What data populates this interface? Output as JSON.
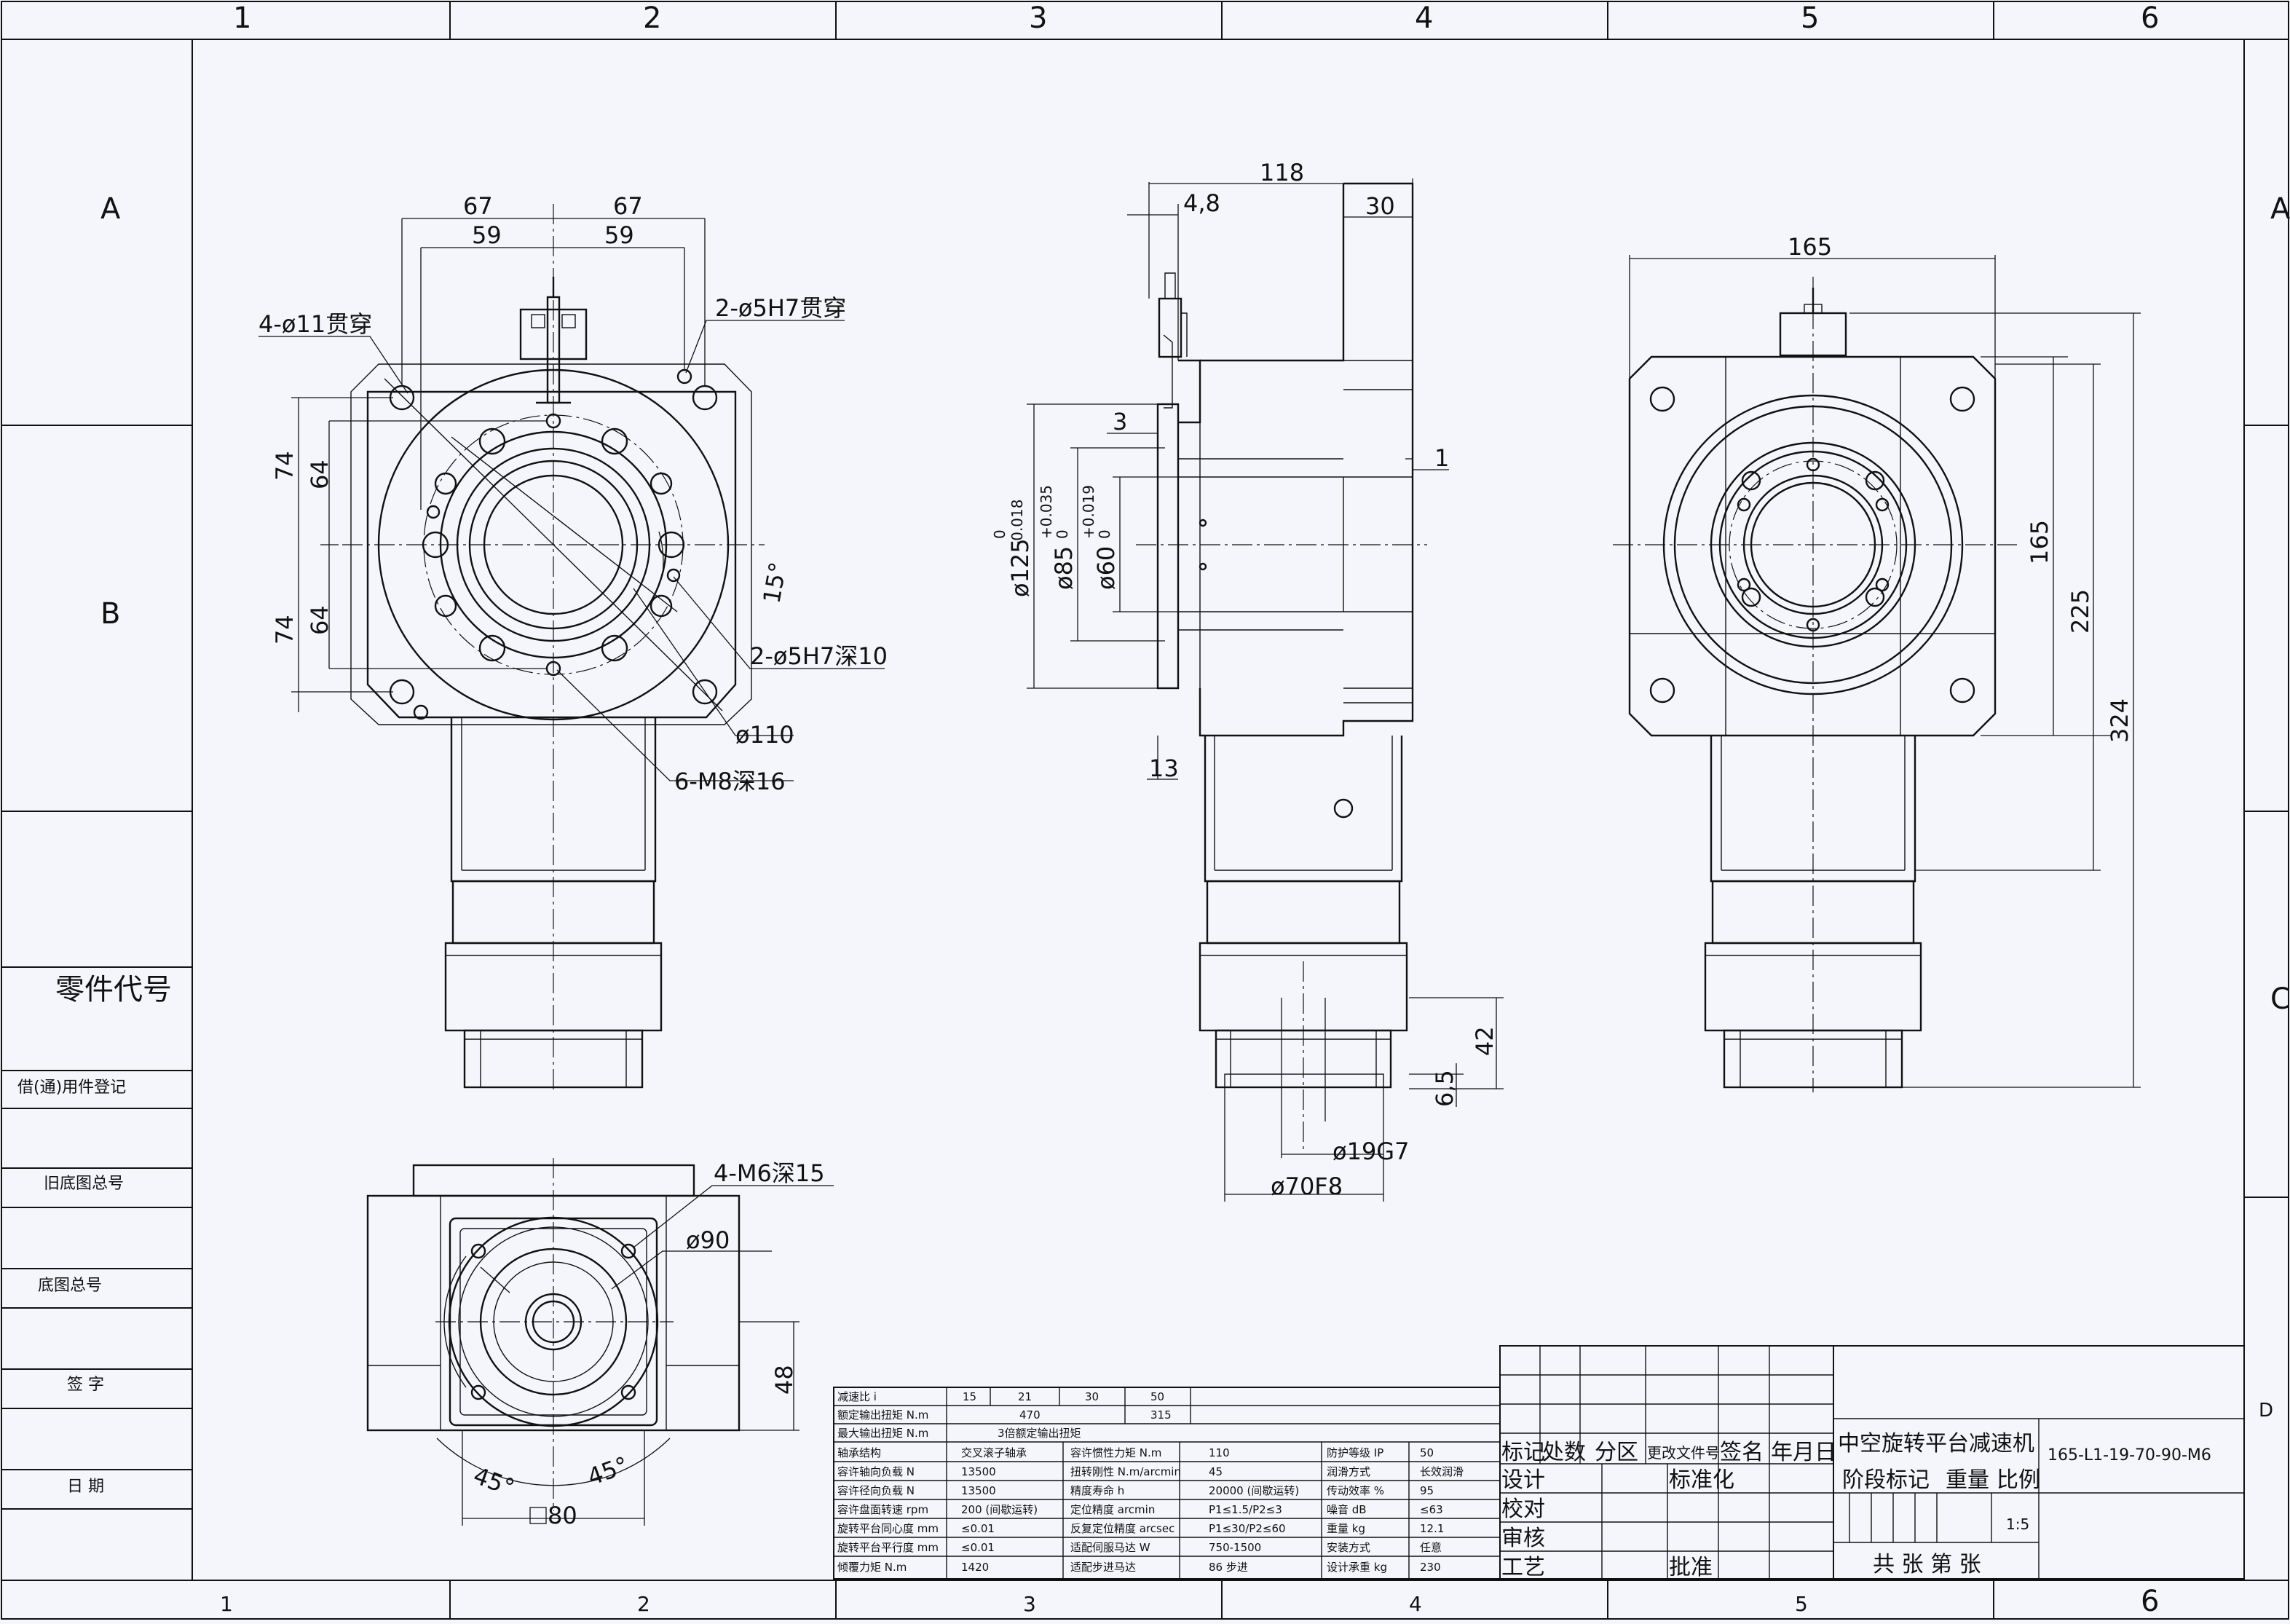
{
  "drawing": {
    "title": "中空旋转平台减速机",
    "part_number": "165-L1-19-70-90-M6",
    "scale": "1:5"
  },
  "frame": {
    "zones_top": [
      "1",
      "2",
      "3",
      "4",
      "5",
      "6"
    ],
    "zones_bottom": [
      "1",
      "2",
      "3",
      "4",
      "5",
      "6"
    ],
    "rows_left": [
      "A",
      "B"
    ],
    "rows_right": [
      "A",
      "C",
      "D"
    ]
  },
  "left_panel": {
    "part_code": "零件代号",
    "fields": [
      "借(通)用件登记",
      "旧底图总号",
      "底图总号",
      "签  字",
      "日  期"
    ]
  },
  "front_view": {
    "dims": {
      "w67_left": "67",
      "w67_right": "67",
      "w59_left": "59",
      "w59_right": "59",
      "h74_top": "74",
      "h74_bottom": "74",
      "h64_top": "64",
      "h64_bottom": "64",
      "angle": "15°",
      "dia110": "ø110"
    },
    "notes": {
      "holes_through": "4-ø11贯穿",
      "pin_through": "2-ø5H7贯穿",
      "pin_deep": "2-ø5H7深10",
      "tapped": "6-M8深16"
    }
  },
  "side_view": {
    "dims": {
      "len118": "118",
      "len4_8": "4,8",
      "len30": "30",
      "len3": "3",
      "len1": "1",
      "len13": "13",
      "d125": "ø125",
      "d125_tol_upper": "0",
      "d125_tol_lower": "-0.018",
      "d85": "ø85",
      "d85_tol_upper": "+0.035",
      "d85_tol_lower": "0",
      "d60": "ø60",
      "d60_tol_upper": "+0.019",
      "d60_tol_lower": "0",
      "len42": "42",
      "len6_5": "6,5",
      "d19": "ø19G7",
      "d70": "ø70F8"
    }
  },
  "rear_view": {
    "dims": {
      "w165": "165",
      "h165": "165",
      "h225": "225",
      "h324": "324"
    }
  },
  "bottom_view": {
    "dims": {
      "dia90": "ø90",
      "h48": "48",
      "ang_left": "45°",
      "ang_right": "45°",
      "sq80": "80"
    },
    "notes": {
      "tapped": "4-M6深15"
    }
  },
  "spec_table": {
    "ratio_label": "减速比 i",
    "ratios": [
      "15",
      "21",
      "30",
      "50"
    ],
    "rows": [
      {
        "label": "额定输出扭矩 N.m",
        "cells": [
          "470",
          "315"
        ]
      },
      {
        "label": "最大输出扭矩 N.m",
        "cells": [
          "3倍额定输出扭矩"
        ]
      }
    ],
    "grid": [
      [
        "轴承结构",
        "交叉滚子轴承",
        "容许惯性力矩 N.m",
        "110",
        "防护等级 IP",
        "50"
      ],
      [
        "容许轴向负载 N",
        "13500",
        "扭转刚性 N.m/arcmin",
        "45",
        "润滑方式",
        "长效润滑"
      ],
      [
        "容许径向负载 N",
        "13500",
        "精度寿命 h",
        "20000 (间歇运转)",
        "传动效率 %",
        "95"
      ],
      [
        "容许盘面转速 rpm",
        "200 (间歇运转)",
        "定位精度 arcmin",
        "P1≤1.5/P2≤3",
        "噪音 dB",
        "≤63"
      ],
      [
        "旋转平台同心度 mm",
        "≤0.01",
        "反复定位精度 arcsec",
        "P1≤30/P2≤60",
        "重量 kg",
        "12.1"
      ],
      [
        "旋转平台平行度 mm",
        "≤0.01",
        "适配伺服马达 W",
        "750-1500",
        "安装方式",
        "任意"
      ],
      [
        "倾覆力矩 N.m",
        "1420",
        "适配步进马达",
        "86 步进",
        "设计承重 kg",
        "230"
      ]
    ]
  },
  "title_block": {
    "header": [
      "标记",
      "处数",
      "分区",
      "更改文件号",
      "签名",
      "年月日"
    ],
    "roles": [
      "设计",
      "校对",
      "审核",
      "工艺"
    ],
    "std": "标准化",
    "approve": "批准",
    "stage": "阶段标记",
    "weight": "重量",
    "ratio": "比例",
    "sheets": "共    张 第    张"
  }
}
